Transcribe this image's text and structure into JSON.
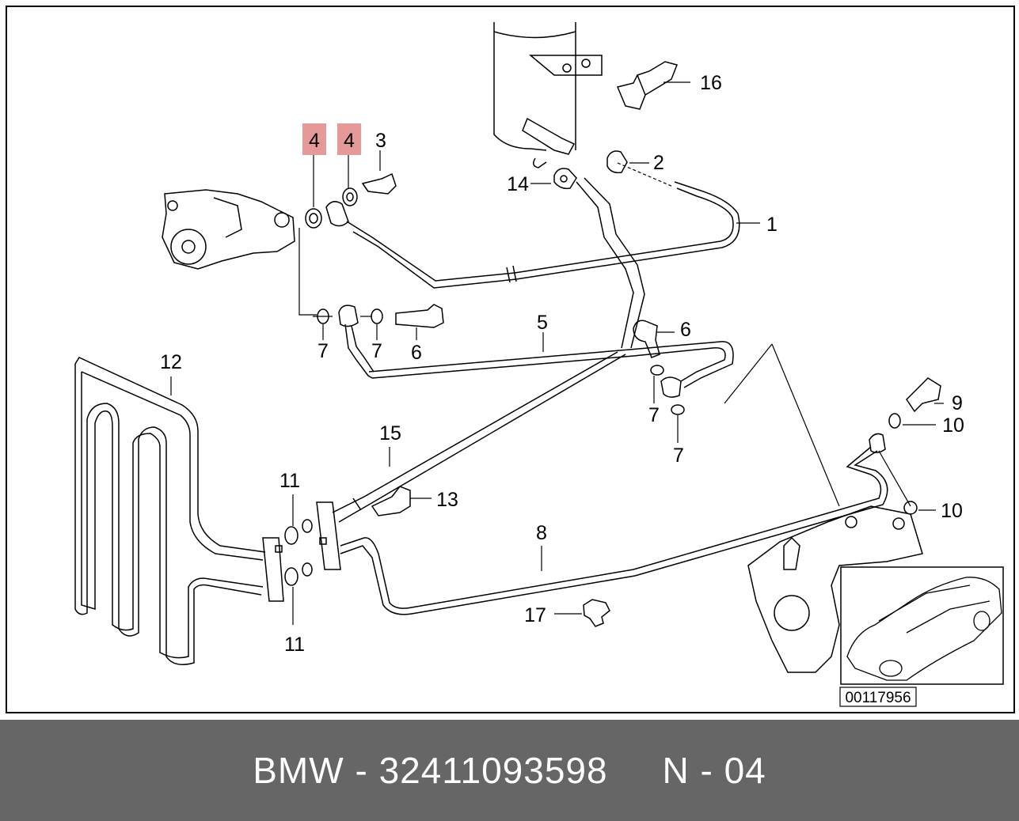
{
  "diagram": {
    "image_number": "00117956",
    "callouts": {
      "c1": "1",
      "c2": "2",
      "c3": "3",
      "c4a": "4",
      "c4b": "4",
      "c5": "5",
      "c6a": "6",
      "c6b": "6",
      "c7a": "7",
      "c7b": "7",
      "c7c": "7",
      "c7d": "7",
      "c8": "8",
      "c9": "9",
      "c10a": "10",
      "c10b": "10",
      "c11a": "11",
      "c11b": "11",
      "c12": "12",
      "c13": "13",
      "c14": "14",
      "c15": "15",
      "c16": "16",
      "c17": "17"
    },
    "highlight_color": "#e69999"
  },
  "footer": {
    "brand": "BMW",
    "separator": " - ",
    "part_number": "32411093598",
    "gap": "     ",
    "position": "N - 04"
  }
}
